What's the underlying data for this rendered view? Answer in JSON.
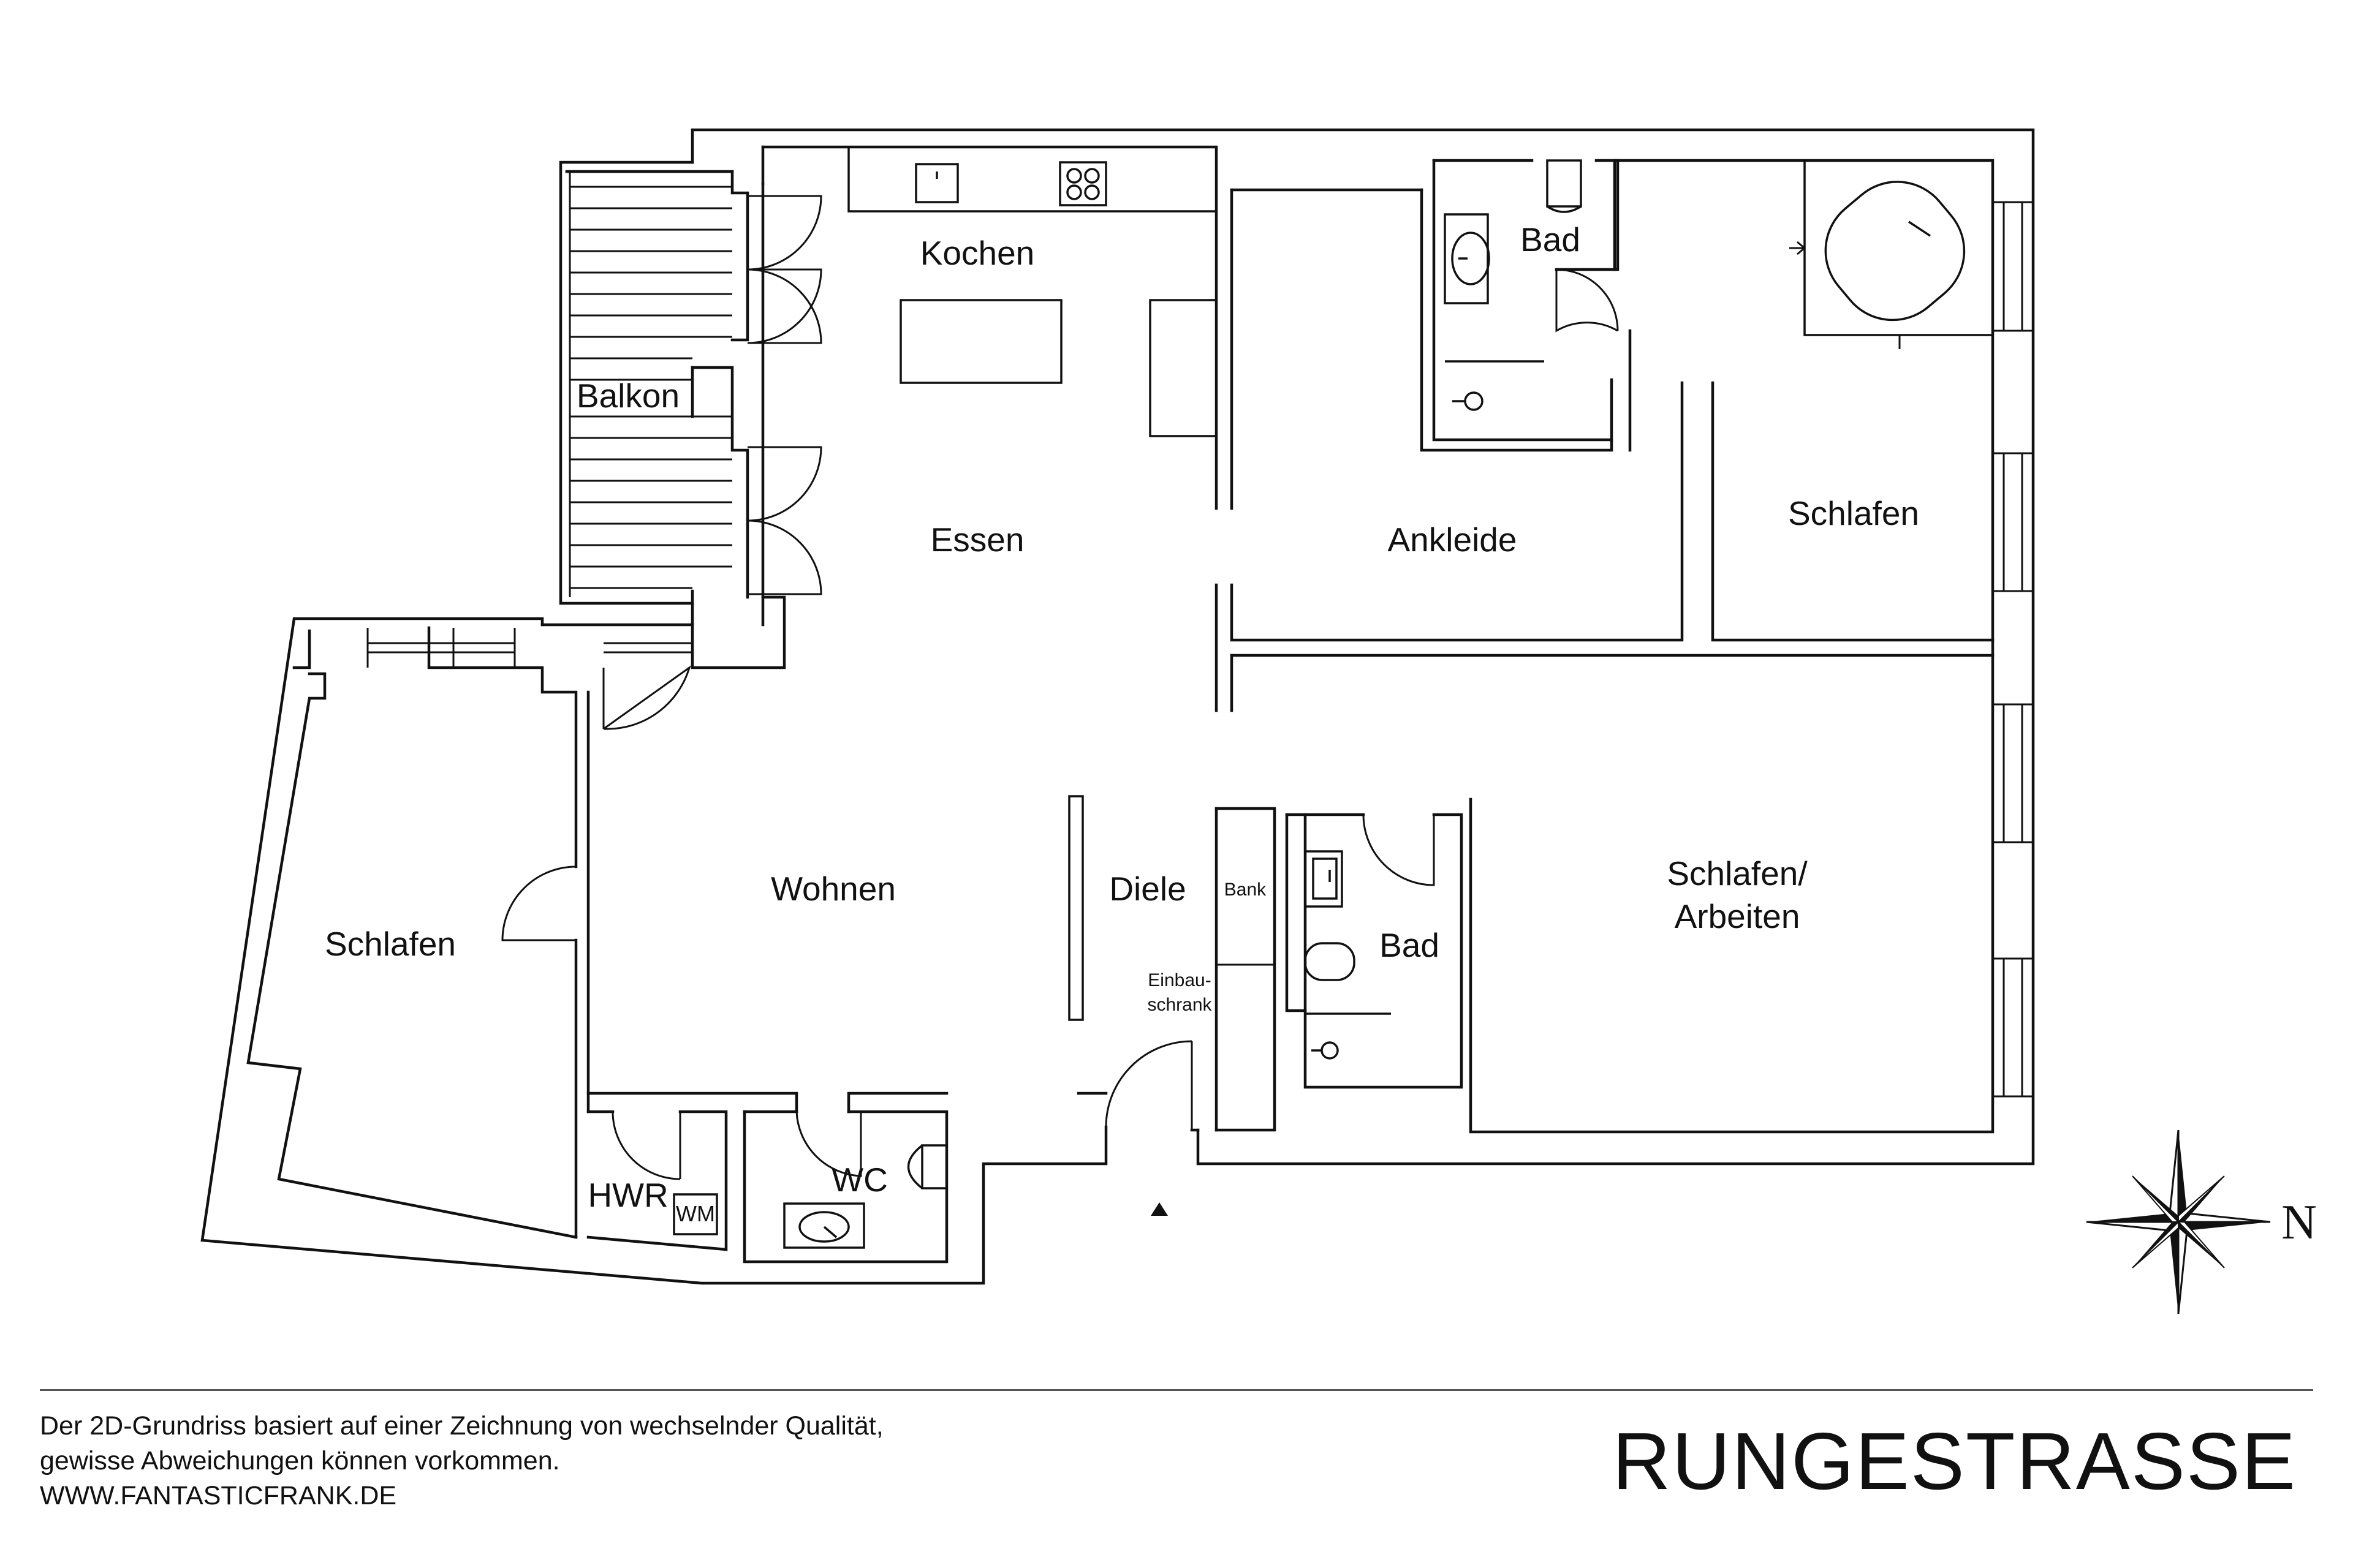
{
  "rooms": {
    "kochen": "Kochen",
    "balkon": "Balkon",
    "essen": "Essen",
    "ankleide": "Ankleide",
    "bad_top": "Bad",
    "schlafen_right": "Schlafen",
    "schlafen_left": "Schlafen",
    "wohnen": "Wohnen",
    "diele": "Diele",
    "bank": "Bank",
    "einbauschrank_line1": "Einbau-",
    "einbauschrank_line2": "schrank",
    "bad_middle": "Bad",
    "schlafen_arbeiten_line1": "Schlafen/",
    "schlafen_arbeiten_line2": "Arbeiten",
    "hwr": "HWR",
    "wm": "WM",
    "wc": "WC"
  },
  "compass": {
    "north_label": "N",
    "icon": "compass-rose-icon"
  },
  "footer": {
    "disclaimer_line1": "Der 2D-Grundriss basiert auf einer Zeichnung von wechselnder Qualität,",
    "disclaimer_line2": "gewisse Abweichungen können vorkommen.",
    "website": "WWW.FANTASTICFRANK.DE",
    "street_title": "RUNGESTRASSE"
  }
}
